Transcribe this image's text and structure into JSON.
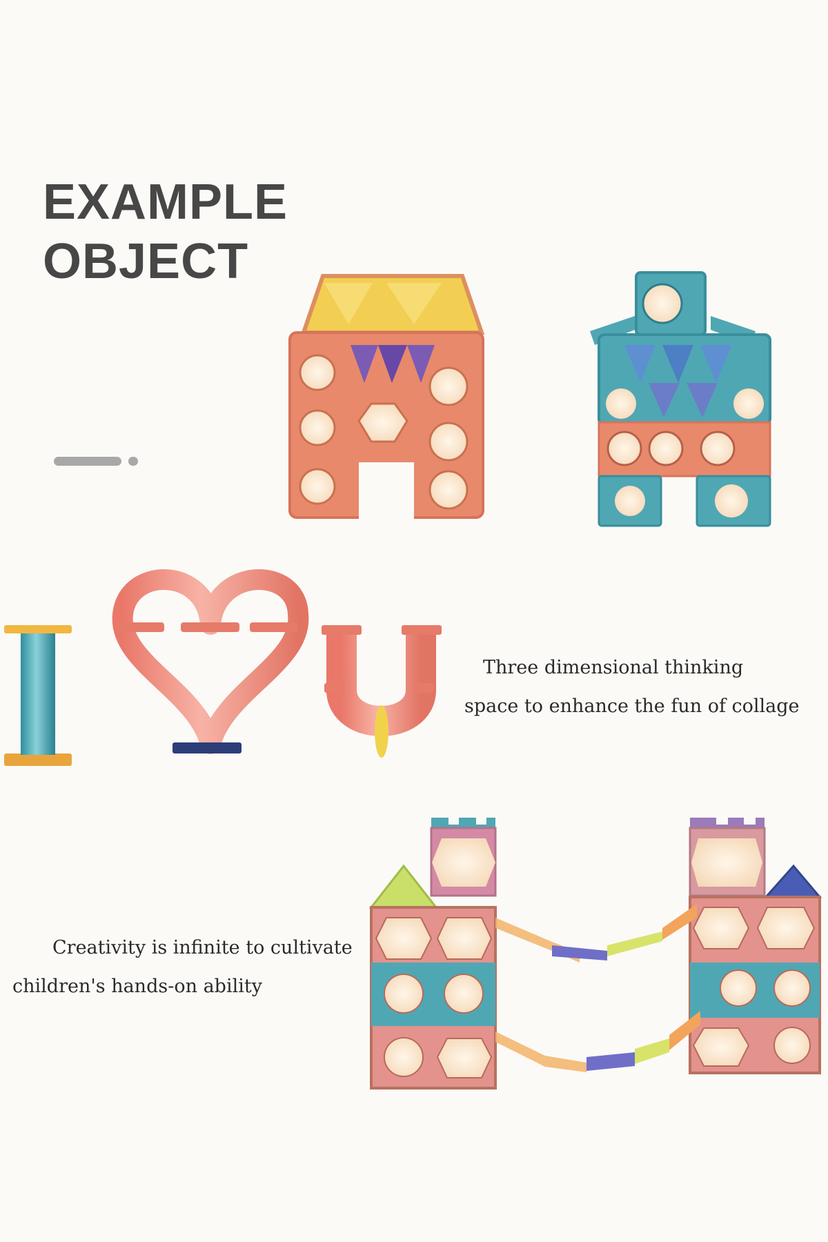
{
  "heading": {
    "line1": "EXAMPLE",
    "line2": "OBJECT"
  },
  "captions": {
    "three_dimensional": {
      "line1": "Three dimensional thinking",
      "line2": "space to enhance the fun of collage"
    },
    "creativity": {
      "line1": "Creativity is infinite to cultivate",
      "line2": "children's hands-on ability"
    }
  },
  "carousel": {
    "slide_count": 2,
    "active_index": 0
  },
  "colors": {
    "background": "#fbfaf7",
    "heading": "#474747",
    "tile_orange": "#e8896c",
    "tile_teal": "#4fa7b4",
    "tile_yellow": "#f1d24c",
    "tile_purple": "#7b5bb4",
    "tile_cream": "#f8dfc3",
    "tube_pink": "#ee8a7a"
  }
}
